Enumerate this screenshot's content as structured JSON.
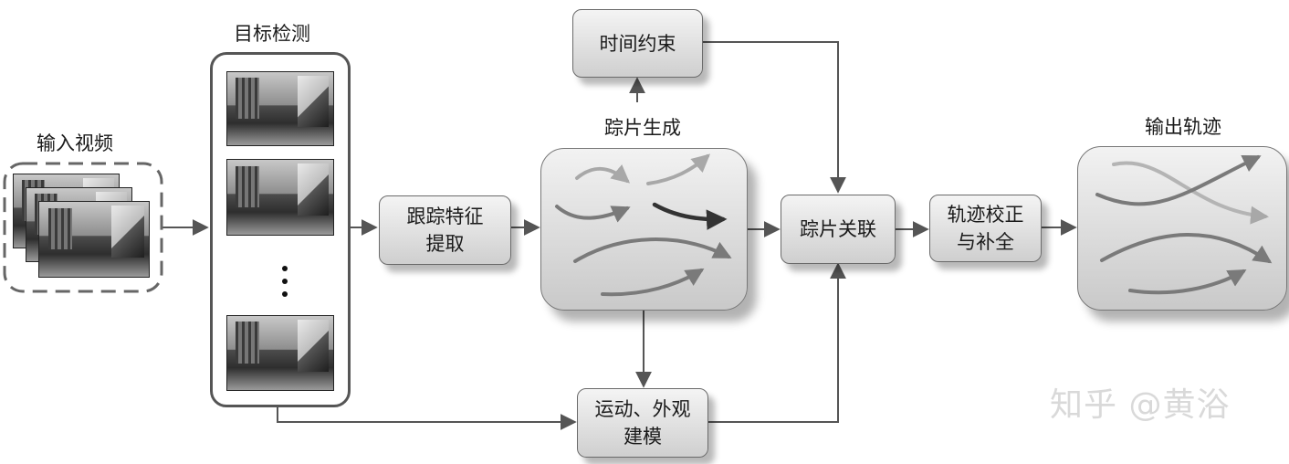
{
  "nodes": {
    "input_video": "输入视频",
    "object_detection": "目标检测",
    "tracking_feature": [
      "跟踪特征",
      "提取"
    ],
    "tracklet_generation": "踪片生成",
    "time_constraint": "时间约束",
    "motion_appearance": [
      "运动、外观",
      "建模"
    ],
    "tracklet_association": "踪片关联",
    "trajectory_correction": [
      "轨迹校正",
      "与补全"
    ],
    "output_trajectory": "输出轨迹"
  },
  "watermark": "知乎 @黄浴"
}
